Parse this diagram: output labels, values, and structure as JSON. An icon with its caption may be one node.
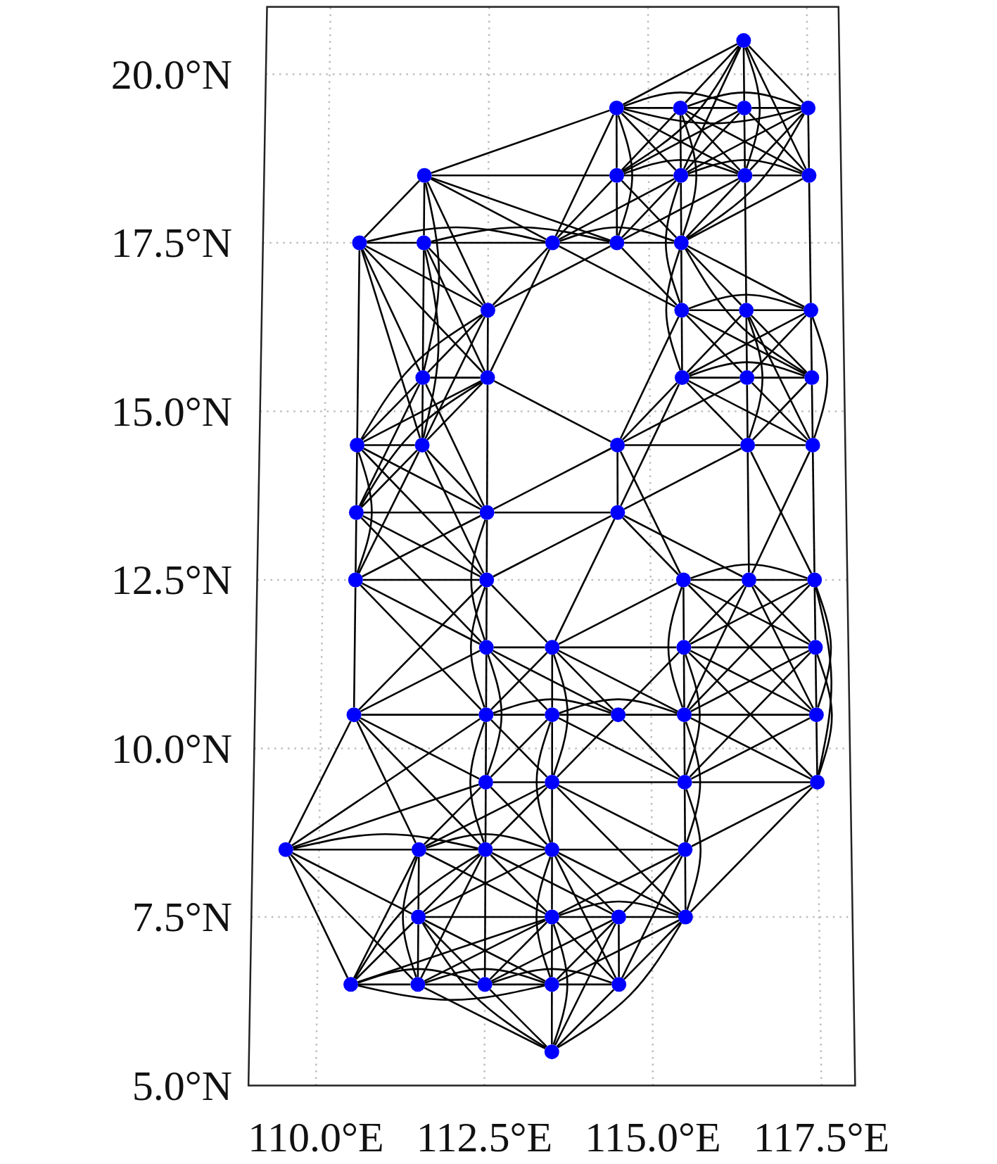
{
  "diagram": {
    "nodes": [
      {
        "text": [],
        "shape": "circle"
      },
      {
        "text": [],
        "shape": "circle"
      },
      {
        "text": [],
        "shape": "circle"
      },
      {
        "text": [],
        "shape": "circle"
      },
      {
        "text": [],
        "shape": "circle"
      },
      {
        "text": [],
        "shape": "circle"
      },
      {
        "text": [],
        "shape": "circle"
      },
      {
        "text": [],
        "shape": "circle"
      },
      {
        "text": [],
        "shape": "circle"
      },
      {
        "text": [],
        "shape": "circle"
      },
      {
        "text": [],
        "shape": "circle"
      },
      {
        "text": [],
        "shape": "circle"
      },
      {
        "text": [],
        "shape": "circle"
      },
      {
        "text": [],
        "shape": "circle"
      },
      {
        "text": [],
        "shape": "circle"
      },
      {
        "text": [],
        "shape": "circle"
      },
      {
        "text": [],
        "shape": "circle"
      },
      {
        "text": [],
        "shape": "circle"
      },
      {
        "text": [],
        "shape": "circle"
      },
      {
        "text": [],
        "shape": "circle"
      },
      {
        "text": [],
        "shape": "circle"
      },
      {
        "text": [],
        "shape": "circle"
      },
      {
        "text": [],
        "shape": "circle"
      },
      {
        "text": [],
        "shape": "circle"
      },
      {
        "text": [],
        "shape": "circle"
      },
      {
        "text": [],
        "shape": "circle"
      },
      {
        "text": [],
        "shape": "circle"
      },
      {
        "text": [],
        "shape": "circle"
      },
      {
        "text": [],
        "shape": "circle"
      },
      {
        "text": [],
        "shape": "circle"
      },
      {
        "text": [],
        "shape": "circle"
      },
      {
        "text": [],
        "shape": "circle"
      },
      {
        "text": [],
        "shape": "circle"
      },
      {
        "text": [],
        "shape": "circle"
      },
      {
        "text": [],
        "shape": "circle"
      },
      {
        "text": [],
        "shape": "circle"
      },
      {
        "text": [],
        "shape": "circle"
      },
      {
        "text": [],
        "shape": "circle"
      },
      {
        "text": [],
        "shape": "circle"
      },
      {
        "text": [],
        "shape": "circle"
      },
      {
        "text": [],
        "shape": "circle"
      },
      {
        "text": [],
        "shape": "circle"
      },
      {
        "text": [],
        "shape": "circle"
      },
      {
        "text": [],
        "shape": "circle"
      },
      {
        "text": [],
        "shape": "circle"
      },
      {
        "text": [],
        "shape": "circle"
      },
      {
        "text": [],
        "shape": "circle"
      },
      {
        "text": [],
        "shape": "circle"
      },
      {
        "text": [],
        "shape": "circle"
      },
      {
        "text": [],
        "shape": "circle"
      },
      {
        "text": [],
        "shape": "circle"
      },
      {
        "text": [],
        "shape": "circle"
      },
      {
        "text": [],
        "shape": "circle"
      },
      {
        "text": [],
        "shape": "circle"
      },
      {
        "text": [],
        "shape": "circle"
      },
      {
        "text": [],
        "shape": "circle"
      },
      {
        "text": [],
        "shape": "circle"
      },
      {
        "text": [],
        "shape": "circle"
      },
      {
        "text": [],
        "shape": "circle"
      },
      {
        "text": [],
        "shape": "circle"
      },
      {
        "text": [],
        "shape": "circle"
      },
      {
        "text": [],
        "shape": "circle"
      },
      {
        "text": [],
        "shape": "circle"
      },
      {
        "text": [],
        "shape": "circle"
      },
      {
        "text": [],
        "shape": "circle"
      },
      {
        "text": [],
        "shape": "circle"
      }
    ],
    "edges": [
      {
        "from": 0,
        "to": 1,
        "arrow": "none"
      },
      {
        "from": 0,
        "to": 2,
        "arrow": "none"
      },
      {
        "from": 0,
        "to": 3,
        "arrow": "none"
      },
      {
        "from": 0,
        "to": 4,
        "arrow": "none"
      },
      {
        "from": 0,
        "to": 6,
        "arrow": "none"
      },
      {
        "from": 0,
        "to": 7,
        "arrow": "none"
      },
      {
        "from": 0,
        "to": 8,
        "arrow": "none"
      },
      {
        "from": 0,
        "to": 9,
        "arrow": "none"
      },
      {
        "from": 1,
        "to": 2,
        "arrow": "none"
      },
      {
        "from": 1,
        "to": 3,
        "arrow": "none"
      },
      {
        "from": 1,
        "to": 4,
        "arrow": "none"
      },
      {
        "from": 1,
        "to": 5,
        "arrow": "none"
      },
      {
        "from": 1,
        "to": 6,
        "arrow": "none"
      },
      {
        "from": 1,
        "to": 7,
        "arrow": "none"
      },
      {
        "from": 1,
        "to": 8,
        "arrow": "none"
      },
      {
        "from": 1,
        "to": 12,
        "arrow": "none"
      },
      {
        "from": 1,
        "to": 13,
        "arrow": "none"
      },
      {
        "from": 2,
        "to": 3,
        "arrow": "none"
      },
      {
        "from": 2,
        "to": 4,
        "arrow": "none"
      },
      {
        "from": 2,
        "to": 6,
        "arrow": "none"
      },
      {
        "from": 2,
        "to": 7,
        "arrow": "none"
      },
      {
        "from": 2,
        "to": 8,
        "arrow": "none"
      },
      {
        "from": 2,
        "to": 9,
        "arrow": "none"
      },
      {
        "from": 2,
        "to": 14,
        "arrow": "none"
      },
      {
        "from": 3,
        "to": 4,
        "arrow": "none"
      },
      {
        "from": 3,
        "to": 6,
        "arrow": "none"
      },
      {
        "from": 3,
        "to": 7,
        "arrow": "none"
      },
      {
        "from": 3,
        "to": 8,
        "arrow": "none"
      },
      {
        "from": 3,
        "to": 9,
        "arrow": "none"
      },
      {
        "from": 4,
        "to": 7,
        "arrow": "none"
      },
      {
        "from": 4,
        "to": 8,
        "arrow": "none"
      },
      {
        "from": 4,
        "to": 9,
        "arrow": "none"
      },
      {
        "from": 4,
        "to": 14,
        "arrow": "none"
      },
      {
        "from": 5,
        "to": 6,
        "arrow": "none"
      },
      {
        "from": 5,
        "to": 10,
        "arrow": "none"
      },
      {
        "from": 5,
        "to": 11,
        "arrow": "none"
      },
      {
        "from": 5,
        "to": 12,
        "arrow": "none"
      },
      {
        "from": 5,
        "to": 13,
        "arrow": "none"
      },
      {
        "from": 5,
        "to": 15,
        "arrow": "none"
      },
      {
        "from": 5,
        "to": 19,
        "arrow": "none"
      },
      {
        "from": 6,
        "to": 7,
        "arrow": "none"
      },
      {
        "from": 6,
        "to": 8,
        "arrow": "none"
      },
      {
        "from": 6,
        "to": 12,
        "arrow": "none"
      },
      {
        "from": 6,
        "to": 13,
        "arrow": "none"
      },
      {
        "from": 6,
        "to": 14,
        "arrow": "none"
      },
      {
        "from": 7,
        "to": 8,
        "arrow": "none"
      },
      {
        "from": 7,
        "to": 9,
        "arrow": "none"
      },
      {
        "from": 7,
        "to": 12,
        "arrow": "none"
      },
      {
        "from": 7,
        "to": 13,
        "arrow": "none"
      },
      {
        "from": 7,
        "to": 14,
        "arrow": "none"
      },
      {
        "from": 7,
        "to": 16,
        "arrow": "none"
      },
      {
        "from": 8,
        "to": 9,
        "arrow": "none"
      },
      {
        "from": 8,
        "to": 13,
        "arrow": "none"
      },
      {
        "from": 8,
        "to": 14,
        "arrow": "none"
      },
      {
        "from": 8,
        "to": 17,
        "arrow": "none"
      },
      {
        "from": 9,
        "to": 14,
        "arrow": "none"
      },
      {
        "from": 9,
        "to": 18,
        "arrow": "none"
      },
      {
        "from": 10,
        "to": 11,
        "arrow": "none"
      },
      {
        "from": 10,
        "to": 12,
        "arrow": "none"
      },
      {
        "from": 10,
        "to": 15,
        "arrow": "none"
      },
      {
        "from": 10,
        "to": 19,
        "arrow": "none"
      },
      {
        "from": 10,
        "to": 20,
        "arrow": "none"
      },
      {
        "from": 10,
        "to": 24,
        "arrow": "none"
      },
      {
        "from": 10,
        "to": 25,
        "arrow": "none"
      },
      {
        "from": 11,
        "to": 12,
        "arrow": "none"
      },
      {
        "from": 11,
        "to": 13,
        "arrow": "none"
      },
      {
        "from": 11,
        "to": 15,
        "arrow": "none"
      },
      {
        "from": 11,
        "to": 19,
        "arrow": "none"
      },
      {
        "from": 11,
        "to": 20,
        "arrow": "none"
      },
      {
        "from": 11,
        "to": 25,
        "arrow": "none"
      },
      {
        "from": 12,
        "to": 13,
        "arrow": "none"
      },
      {
        "from": 12,
        "to": 14,
        "arrow": "none"
      },
      {
        "from": 12,
        "to": 15,
        "arrow": "none"
      },
      {
        "from": 12,
        "to": 16,
        "arrow": "none"
      },
      {
        "from": 12,
        "to": 20,
        "arrow": "none"
      },
      {
        "from": 13,
        "to": 14,
        "arrow": "none"
      },
      {
        "from": 13,
        "to": 15,
        "arrow": "none"
      },
      {
        "from": 13,
        "to": 16,
        "arrow": "none"
      },
      {
        "from": 14,
        "to": 16,
        "arrow": "none"
      },
      {
        "from": 14,
        "to": 17,
        "arrow": "none"
      },
      {
        "from": 14,
        "to": 18,
        "arrow": "none"
      },
      {
        "from": 14,
        "to": 21,
        "arrow": "none"
      },
      {
        "from": 14,
        "to": 23,
        "arrow": "none"
      },
      {
        "from": 15,
        "to": 19,
        "arrow": "none"
      },
      {
        "from": 15,
        "to": 20,
        "arrow": "none"
      },
      {
        "from": 15,
        "to": 24,
        "arrow": "none"
      },
      {
        "from": 15,
        "to": 25,
        "arrow": "none"
      },
      {
        "from": 16,
        "to": 17,
        "arrow": "none"
      },
      {
        "from": 16,
        "to": 18,
        "arrow": "none"
      },
      {
        "from": 16,
        "to": 21,
        "arrow": "none"
      },
      {
        "from": 16,
        "to": 22,
        "arrow": "none"
      },
      {
        "from": 16,
        "to": 23,
        "arrow": "none"
      },
      {
        "from": 16,
        "to": 26,
        "arrow": "none"
      },
      {
        "from": 17,
        "to": 18,
        "arrow": "none"
      },
      {
        "from": 17,
        "to": 21,
        "arrow": "none"
      },
      {
        "from": 17,
        "to": 22,
        "arrow": "none"
      },
      {
        "from": 17,
        "to": 23,
        "arrow": "none"
      },
      {
        "from": 17,
        "to": 27,
        "arrow": "none"
      },
      {
        "from": 17,
        "to": 28,
        "arrow": "none"
      },
      {
        "from": 18,
        "to": 21,
        "arrow": "none"
      },
      {
        "from": 18,
        "to": 22,
        "arrow": "none"
      },
      {
        "from": 18,
        "to": 23,
        "arrow": "none"
      },
      {
        "from": 18,
        "to": 28,
        "arrow": "none"
      },
      {
        "from": 19,
        "to": 20,
        "arrow": "none"
      },
      {
        "from": 19,
        "to": 24,
        "arrow": "none"
      },
      {
        "from": 19,
        "to": 25,
        "arrow": "none"
      },
      {
        "from": 19,
        "to": 29,
        "arrow": "none"
      },
      {
        "from": 19,
        "to": 30,
        "arrow": "none"
      },
      {
        "from": 20,
        "to": 24,
        "arrow": "none"
      },
      {
        "from": 20,
        "to": 25,
        "arrow": "none"
      },
      {
        "from": 20,
        "to": 26,
        "arrow": "none"
      },
      {
        "from": 20,
        "to": 29,
        "arrow": "none"
      },
      {
        "from": 20,
        "to": 30,
        "arrow": "none"
      },
      {
        "from": 21,
        "to": 22,
        "arrow": "none"
      },
      {
        "from": 21,
        "to": 23,
        "arrow": "none"
      },
      {
        "from": 21,
        "to": 26,
        "arrow": "none"
      },
      {
        "from": 21,
        "to": 27,
        "arrow": "none"
      },
      {
        "from": 21,
        "to": 28,
        "arrow": "none"
      },
      {
        "from": 21,
        "to": 31,
        "arrow": "none"
      },
      {
        "from": 22,
        "to": 23,
        "arrow": "none"
      },
      {
        "from": 22,
        "to": 26,
        "arrow": "none"
      },
      {
        "from": 22,
        "to": 27,
        "arrow": "none"
      },
      {
        "from": 22,
        "to": 28,
        "arrow": "none"
      },
      {
        "from": 23,
        "to": 27,
        "arrow": "none"
      },
      {
        "from": 23,
        "to": 28,
        "arrow": "none"
      },
      {
        "from": 24,
        "to": 25,
        "arrow": "none"
      },
      {
        "from": 24,
        "to": 29,
        "arrow": "none"
      },
      {
        "from": 24,
        "to": 30,
        "arrow": "none"
      },
      {
        "from": 24,
        "to": 32,
        "arrow": "none"
      },
      {
        "from": 24,
        "to": 33,
        "arrow": "none"
      },
      {
        "from": 25,
        "to": 29,
        "arrow": "none"
      },
      {
        "from": 25,
        "to": 30,
        "arrow": "none"
      },
      {
        "from": 25,
        "to": 32,
        "arrow": "none"
      },
      {
        "from": 25,
        "to": 33,
        "arrow": "none"
      },
      {
        "from": 26,
        "to": 27,
        "arrow": "none"
      },
      {
        "from": 26,
        "to": 30,
        "arrow": "none"
      },
      {
        "from": 26,
        "to": 31,
        "arrow": "none"
      },
      {
        "from": 26,
        "to": 34,
        "arrow": "none"
      },
      {
        "from": 27,
        "to": 28,
        "arrow": "none"
      },
      {
        "from": 27,
        "to": 31,
        "arrow": "none"
      },
      {
        "from": 27,
        "to": 35,
        "arrow": "none"
      },
      {
        "from": 27,
        "to": 36,
        "arrow": "none"
      },
      {
        "from": 28,
        "to": 35,
        "arrow": "none"
      },
      {
        "from": 28,
        "to": 36,
        "arrow": "none"
      },
      {
        "from": 29,
        "to": 30,
        "arrow": "none"
      },
      {
        "from": 29,
        "to": 32,
        "arrow": "none"
      },
      {
        "from": 29,
        "to": 33,
        "arrow": "none"
      },
      {
        "from": 29,
        "to": 37,
        "arrow": "none"
      },
      {
        "from": 30,
        "to": 31,
        "arrow": "none"
      },
      {
        "from": 30,
        "to": 32,
        "arrow": "none"
      },
      {
        "from": 30,
        "to": 33,
        "arrow": "none"
      },
      {
        "from": 30,
        "to": 37,
        "arrow": "none"
      },
      {
        "from": 31,
        "to": 33,
        "arrow": "none"
      },
      {
        "from": 31,
        "to": 34,
        "arrow": "none"
      },
      {
        "from": 31,
        "to": 35,
        "arrow": "none"
      },
      {
        "from": 31,
        "to": 38,
        "arrow": "none"
      },
      {
        "from": 32,
        "to": 33,
        "arrow": "none"
      },
      {
        "from": 32,
        "to": 37,
        "arrow": "none"
      },
      {
        "from": 32,
        "to": 41,
        "arrow": "none"
      },
      {
        "from": 32,
        "to": 42,
        "arrow": "none"
      },
      {
        "from": 33,
        "to": 37,
        "arrow": "none"
      },
      {
        "from": 33,
        "to": 38,
        "arrow": "none"
      },
      {
        "from": 33,
        "to": 41,
        "arrow": "none"
      },
      {
        "from": 33,
        "to": 42,
        "arrow": "none"
      },
      {
        "from": 34,
        "to": 35,
        "arrow": "none"
      },
      {
        "from": 34,
        "to": 36,
        "arrow": "none"
      },
      {
        "from": 34,
        "to": 38,
        "arrow": "none"
      },
      {
        "from": 34,
        "to": 39,
        "arrow": "none"
      },
      {
        "from": 34,
        "to": 40,
        "arrow": "none"
      },
      {
        "from": 34,
        "to": 45,
        "arrow": "none"
      },
      {
        "from": 34,
        "to": 46,
        "arrow": "none"
      },
      {
        "from": 35,
        "to": 36,
        "arrow": "none"
      },
      {
        "from": 35,
        "to": 39,
        "arrow": "none"
      },
      {
        "from": 35,
        "to": 40,
        "arrow": "none"
      },
      {
        "from": 35,
        "to": 45,
        "arrow": "none"
      },
      {
        "from": 35,
        "to": 46,
        "arrow": "none"
      },
      {
        "from": 36,
        "to": 39,
        "arrow": "none"
      },
      {
        "from": 36,
        "to": 40,
        "arrow": "none"
      },
      {
        "from": 36,
        "to": 45,
        "arrow": "none"
      },
      {
        "from": 36,
        "to": 46,
        "arrow": "none"
      },
      {
        "from": 36,
        "to": 50,
        "arrow": "none"
      },
      {
        "from": 37,
        "to": 38,
        "arrow": "none"
      },
      {
        "from": 37,
        "to": 41,
        "arrow": "none"
      },
      {
        "from": 37,
        "to": 42,
        "arrow": "none"
      },
      {
        "from": 37,
        "to": 43,
        "arrow": "none"
      },
      {
        "from": 37,
        "to": 44,
        "arrow": "none"
      },
      {
        "from": 37,
        "to": 47,
        "arrow": "none"
      },
      {
        "from": 38,
        "to": 39,
        "arrow": "none"
      },
      {
        "from": 38,
        "to": 42,
        "arrow": "none"
      },
      {
        "from": 38,
        "to": 43,
        "arrow": "none"
      },
      {
        "from": 38,
        "to": 44,
        "arrow": "none"
      },
      {
        "from": 38,
        "to": 45,
        "arrow": "none"
      },
      {
        "from": 38,
        "to": 48,
        "arrow": "none"
      },
      {
        "from": 39,
        "to": 40,
        "arrow": "none"
      },
      {
        "from": 39,
        "to": 44,
        "arrow": "none"
      },
      {
        "from": 39,
        "to": 45,
        "arrow": "none"
      },
      {
        "from": 39,
        "to": 46,
        "arrow": "none"
      },
      {
        "from": 39,
        "to": 49,
        "arrow": "none"
      },
      {
        "from": 39,
        "to": 50,
        "arrow": "none"
      },
      {
        "from": 40,
        "to": 45,
        "arrow": "none"
      },
      {
        "from": 40,
        "to": 46,
        "arrow": "none"
      },
      {
        "from": 40,
        "to": 49,
        "arrow": "none"
      },
      {
        "from": 40,
        "to": 50,
        "arrow": "none"
      },
      {
        "from": 41,
        "to": 42,
        "arrow": "none"
      },
      {
        "from": 41,
        "to": 47,
        "arrow": "none"
      },
      {
        "from": 41,
        "to": 51,
        "arrow": "none"
      },
      {
        "from": 41,
        "to": 52,
        "arrow": "none"
      },
      {
        "from": 41,
        "to": 53,
        "arrow": "none"
      },
      {
        "from": 42,
        "to": 43,
        "arrow": "none"
      },
      {
        "from": 42,
        "to": 44,
        "arrow": "none"
      },
      {
        "from": 42,
        "to": 47,
        "arrow": "none"
      },
      {
        "from": 42,
        "to": 48,
        "arrow": "none"
      },
      {
        "from": 42,
        "to": 51,
        "arrow": "none"
      },
      {
        "from": 42,
        "to": 53,
        "arrow": "none"
      },
      {
        "from": 43,
        "to": 44,
        "arrow": "none"
      },
      {
        "from": 43,
        "to": 45,
        "arrow": "none"
      },
      {
        "from": 43,
        "to": 47,
        "arrow": "none"
      },
      {
        "from": 43,
        "to": 48,
        "arrow": "none"
      },
      {
        "from": 43,
        "to": 49,
        "arrow": "none"
      },
      {
        "from": 43,
        "to": 54,
        "arrow": "none"
      },
      {
        "from": 44,
        "to": 45,
        "arrow": "none"
      },
      {
        "from": 44,
        "to": 48,
        "arrow": "none"
      },
      {
        "from": 44,
        "to": 49,
        "arrow": "none"
      },
      {
        "from": 45,
        "to": 46,
        "arrow": "none"
      },
      {
        "from": 45,
        "to": 49,
        "arrow": "none"
      },
      {
        "from": 45,
        "to": 50,
        "arrow": "none"
      },
      {
        "from": 45,
        "to": 55,
        "arrow": "none"
      },
      {
        "from": 46,
        "to": 49,
        "arrow": "none"
      },
      {
        "from": 46,
        "to": 50,
        "arrow": "none"
      },
      {
        "from": 47,
        "to": 48,
        "arrow": "none"
      },
      {
        "from": 47,
        "to": 51,
        "arrow": "none"
      },
      {
        "from": 47,
        "to": 52,
        "arrow": "none"
      },
      {
        "from": 47,
        "to": 53,
        "arrow": "none"
      },
      {
        "from": 47,
        "to": 54,
        "arrow": "none"
      },
      {
        "from": 48,
        "to": 49,
        "arrow": "none"
      },
      {
        "from": 48,
        "to": 52,
        "arrow": "none"
      },
      {
        "from": 48,
        "to": 53,
        "arrow": "none"
      },
      {
        "from": 48,
        "to": 54,
        "arrow": "none"
      },
      {
        "from": 48,
        "to": 55,
        "arrow": "none"
      },
      {
        "from": 48,
        "to": 59,
        "arrow": "none"
      },
      {
        "from": 49,
        "to": 50,
        "arrow": "none"
      },
      {
        "from": 49,
        "to": 55,
        "arrow": "none"
      },
      {
        "from": 49,
        "to": 59,
        "arrow": "none"
      },
      {
        "from": 50,
        "to": 55,
        "arrow": "none"
      },
      {
        "from": 50,
        "to": 59,
        "arrow": "none"
      },
      {
        "from": 51,
        "to": 52,
        "arrow": "none"
      },
      {
        "from": 51,
        "to": 53,
        "arrow": "none"
      },
      {
        "from": 51,
        "to": 56,
        "arrow": "none"
      },
      {
        "from": 51,
        "to": 60,
        "arrow": "none"
      },
      {
        "from": 51,
        "to": 61,
        "arrow": "none"
      },
      {
        "from": 52,
        "to": 53,
        "arrow": "none"
      },
      {
        "from": 52,
        "to": 54,
        "arrow": "none"
      },
      {
        "from": 52,
        "to": 56,
        "arrow": "none"
      },
      {
        "from": 52,
        "to": 57,
        "arrow": "none"
      },
      {
        "from": 52,
        "to": 60,
        "arrow": "none"
      },
      {
        "from": 52,
        "to": 61,
        "arrow": "none"
      },
      {
        "from": 53,
        "to": 54,
        "arrow": "none"
      },
      {
        "from": 53,
        "to": 56,
        "arrow": "none"
      },
      {
        "from": 53,
        "to": 57,
        "arrow": "none"
      },
      {
        "from": 53,
        "to": 58,
        "arrow": "none"
      },
      {
        "from": 53,
        "to": 60,
        "arrow": "none"
      },
      {
        "from": 53,
        "to": 61,
        "arrow": "none"
      },
      {
        "from": 53,
        "to": 62,
        "arrow": "none"
      },
      {
        "from": 54,
        "to": 55,
        "arrow": "none"
      },
      {
        "from": 54,
        "to": 56,
        "arrow": "none"
      },
      {
        "from": 54,
        "to": 57,
        "arrow": "none"
      },
      {
        "from": 54,
        "to": 58,
        "arrow": "none"
      },
      {
        "from": 54,
        "to": 59,
        "arrow": "none"
      },
      {
        "from": 54,
        "to": 63,
        "arrow": "none"
      },
      {
        "from": 54,
        "to": 64,
        "arrow": "none"
      },
      {
        "from": 55,
        "to": 57,
        "arrow": "none"
      },
      {
        "from": 55,
        "to": 58,
        "arrow": "none"
      },
      {
        "from": 55,
        "to": 59,
        "arrow": "none"
      },
      {
        "from": 55,
        "to": 64,
        "arrow": "none"
      },
      {
        "from": 56,
        "to": 57,
        "arrow": "none"
      },
      {
        "from": 56,
        "to": 60,
        "arrow": "none"
      },
      {
        "from": 56,
        "to": 61,
        "arrow": "none"
      },
      {
        "from": 56,
        "to": 62,
        "arrow": "none"
      },
      {
        "from": 56,
        "to": 63,
        "arrow": "none"
      },
      {
        "from": 56,
        "to": 65,
        "arrow": "none"
      },
      {
        "from": 57,
        "to": 58,
        "arrow": "none"
      },
      {
        "from": 57,
        "to": 59,
        "arrow": "none"
      },
      {
        "from": 57,
        "to": 60,
        "arrow": "none"
      },
      {
        "from": 57,
        "to": 61,
        "arrow": "none"
      },
      {
        "from": 57,
        "to": 62,
        "arrow": "none"
      },
      {
        "from": 57,
        "to": 63,
        "arrow": "none"
      },
      {
        "from": 57,
        "to": 64,
        "arrow": "none"
      },
      {
        "from": 57,
        "to": 65,
        "arrow": "none"
      },
      {
        "from": 58,
        "to": 59,
        "arrow": "none"
      },
      {
        "from": 58,
        "to": 62,
        "arrow": "none"
      },
      {
        "from": 58,
        "to": 63,
        "arrow": "none"
      },
      {
        "from": 58,
        "to": 64,
        "arrow": "none"
      },
      {
        "from": 58,
        "to": 65,
        "arrow": "none"
      },
      {
        "from": 59,
        "to": 63,
        "arrow": "none"
      },
      {
        "from": 59,
        "to": 64,
        "arrow": "none"
      },
      {
        "from": 59,
        "to": 65,
        "arrow": "none"
      },
      {
        "from": 60,
        "to": 61,
        "arrow": "none"
      },
      {
        "from": 60,
        "to": 62,
        "arrow": "none"
      },
      {
        "from": 60,
        "to": 63,
        "arrow": "none"
      },
      {
        "from": 61,
        "to": 62,
        "arrow": "none"
      },
      {
        "from": 61,
        "to": 63,
        "arrow": "none"
      },
      {
        "from": 61,
        "to": 65,
        "arrow": "none"
      },
      {
        "from": 62,
        "to": 63,
        "arrow": "none"
      },
      {
        "from": 62,
        "to": 64,
        "arrow": "none"
      },
      {
        "from": 62,
        "to": 65,
        "arrow": "none"
      },
      {
        "from": 63,
        "to": 64,
        "arrow": "none"
      },
      {
        "from": 63,
        "to": 65,
        "arrow": "none"
      },
      {
        "from": 64,
        "to": 65,
        "arrow": "none"
      }
    ],
    "labels": [
      "20.0°N",
      "17.5°N",
      "15.0°N",
      "12.5°N",
      "10.0°N",
      "7.5°N",
      "5.0°N",
      "110.0°E",
      "112.5°E",
      "115.0°E",
      "117.5°E"
    ]
  }
}
